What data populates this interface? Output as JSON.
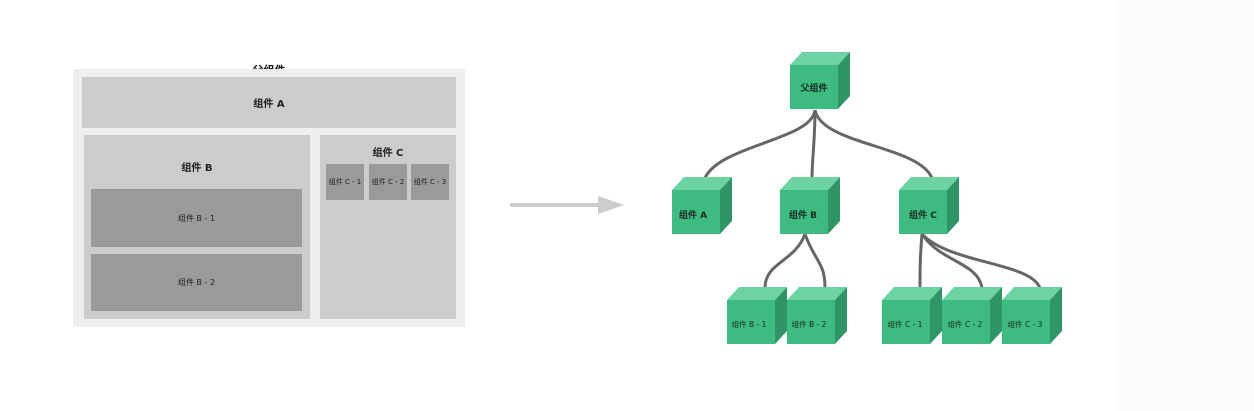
{
  "left_diagram": {
    "parent_label": "父组件",
    "component_a": "组件 A",
    "component_b": "组件 B",
    "component_b_children": [
      "组件 B - 1",
      "组件 B - 2"
    ],
    "component_c": "组件 C",
    "component_c_children": [
      "组件 C - 1",
      "组件 C - 2",
      "组件 C - 3"
    ]
  },
  "tree_diagram": {
    "root": "父组件",
    "children": [
      {
        "label": "组件 A",
        "children": []
      },
      {
        "label": "组件 B",
        "children": [
          "组件 B - 1",
          "组件 B - 2"
        ]
      },
      {
        "label": "组件 C",
        "children": [
          "组件 C - 1",
          "组件 C - 2",
          "组件 C - 3"
        ]
      }
    ]
  },
  "colors": {
    "cube_front": "#3dbb80",
    "cube_top": "#6dd3a3",
    "cube_side": "#2f9566",
    "connector": "#666666",
    "arrow": "#cccccc"
  }
}
